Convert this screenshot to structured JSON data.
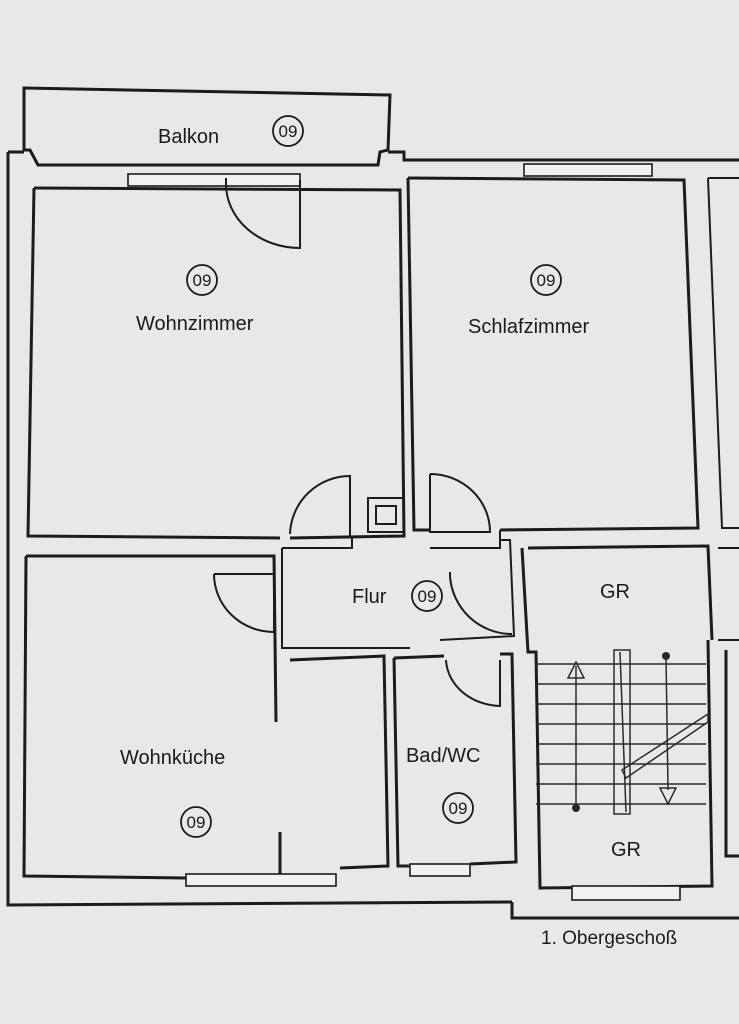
{
  "floor_label": "1. Obergeschoß",
  "rooms": [
    {
      "name": "Balkon",
      "number": "09"
    },
    {
      "name": "Wohnzimmer",
      "number": "09"
    },
    {
      "name": "Schlafzimmer",
      "number": "09"
    },
    {
      "name": "Flur",
      "number": "09"
    },
    {
      "name": "GR",
      "number": ""
    },
    {
      "name": "Wohnküche",
      "number": "09"
    },
    {
      "name": "Bad/WC",
      "number": "09"
    },
    {
      "name": "GR",
      "number": ""
    }
  ]
}
